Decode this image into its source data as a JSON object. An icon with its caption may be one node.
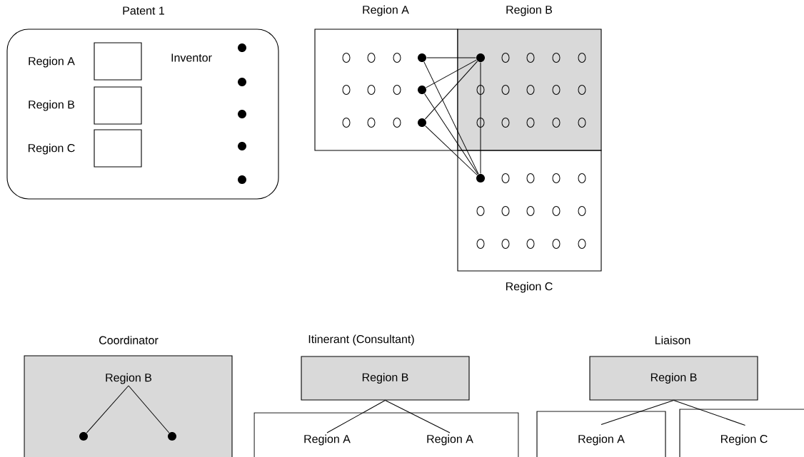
{
  "diagram": {
    "nodes": [
      {
        "text": [
          "Patent 1",
          "Inventor"
        ]
      },
      {
        "text": [],
        "shape": "box",
        "beside": [
          "Region A"
        ],
        "in": 0
      },
      {
        "text": [],
        "shape": "box",
        "beside": [
          "Region B"
        ],
        "in": 0
      },
      {
        "text": [],
        "shape": "box",
        "beside": [
          "Region C"
        ],
        "in": 0
      },
      {
        "text": [
          "Region A"
        ]
      },
      {
        "text": [
          "Region B"
        ]
      },
      {
        "text": [
          "Region C"
        ]
      },
      {
        "text": [],
        "shape": "circle",
        "in": 4
      },
      {
        "text": [],
        "shape": "circle",
        "in": 4
      },
      {
        "text": [],
        "shape": "circle",
        "in": 4
      },
      {
        "text": [],
        "shape": "circle",
        "in": 5
      },
      {
        "text": [],
        "shape": "circle",
        "in": 6
      },
      {
        "text": [
          "Coordinator"
        ]
      },
      {
        "text": [
          "Region B"
        ],
        "in": 12
      },
      {
        "text": [],
        "shape": "circle",
        "in": 12
      },
      {
        "text": [],
        "shape": "circle",
        "in": 12
      },
      {
        "text": [
          "Itinerant (Consultant)",
          "Region B"
        ]
      },
      {
        "text": [],
        "shape": "box"
      },
      {
        "text": [
          "Region A"
        ],
        "in": 17
      },
      {
        "text": [
          "Region A"
        ],
        "in": 17
      },
      {
        "text": [
          "Liaison",
          "Region B"
        ]
      },
      {
        "text": [
          "Region A"
        ]
      },
      {
        "text": [
          "Region C"
        ]
      }
    ],
    "edges": [
      {
        "from": 7,
        "to": 10,
        "arrow": "none"
      },
      {
        "from": 7,
        "to": 11,
        "arrow": "none"
      },
      {
        "from": 8,
        "to": 10,
        "arrow": "none"
      },
      {
        "from": 8,
        "to": 11,
        "arrow": "none"
      },
      {
        "from": 9,
        "to": 10,
        "arrow": "none"
      },
      {
        "from": 9,
        "to": 11,
        "arrow": "none"
      },
      {
        "from": 10,
        "to": 11,
        "arrow": "none"
      },
      {
        "from": 13,
        "to": 14,
        "arrow": "none"
      },
      {
        "from": 13,
        "to": 15,
        "arrow": "none"
      },
      {
        "from": 16,
        "to": 18,
        "arrow": "none"
      },
      {
        "from": 16,
        "to": 19,
        "arrow": "none"
      },
      {
        "from": 20,
        "to": 21,
        "arrow": "none"
      },
      {
        "from": 20,
        "to": 22,
        "arrow": "none"
      }
    ]
  }
}
